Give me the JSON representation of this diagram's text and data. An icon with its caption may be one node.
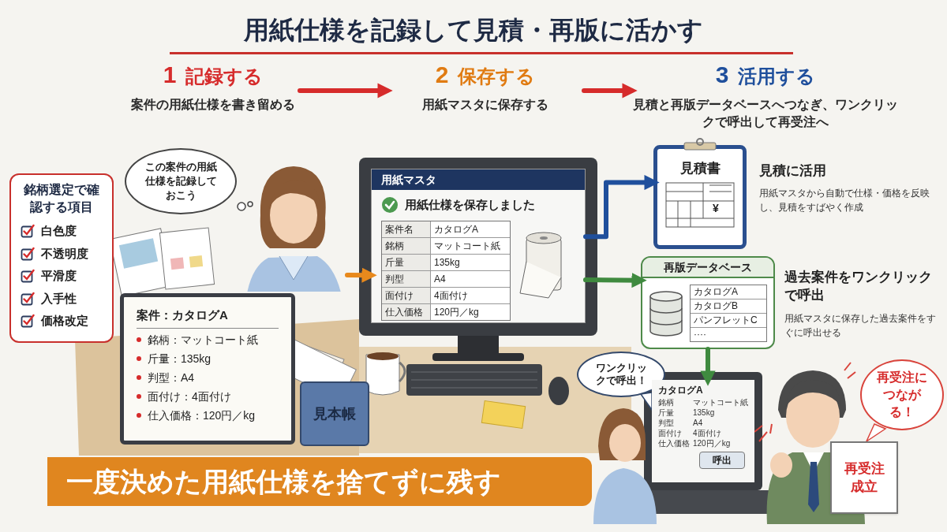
{
  "diagram": {
    "title": "用紙仕様を記録して見積・再版に活かす",
    "nodes": [
      {
        "text": [
          "1",
          "記録する",
          "案件の用紙仕様を書き留める"
        ]
      },
      {
        "text": [
          "2",
          "保存する",
          "用紙マスタに保存する"
        ]
      },
      {
        "text": [
          "3",
          "活用する",
          "見積と再版データベースへつなぎ、ワンクリックで呼出して再受注へ"
        ]
      },
      {
        "text": [
          "銘柄選定で確認する項目",
          "白色度",
          "不透明度",
          "平滑度",
          "入手性",
          "価格改定"
        ]
      },
      {
        "text": [
          "この案件の用紙仕様を記録しておこう"
        ]
      },
      {
        "text": [],
        "shape": "person"
      },
      {
        "text": [
          "案件：カタログA",
          "銘柄：マットコート紙",
          "斤量：135kg",
          "判型：A4",
          "面付け：4面付け",
          "仕入価格：120円／kg"
        ]
      },
      {
        "text": [
          "見本帳"
        ]
      },
      {
        "text": [
          "用紙マスタ",
          "用紙仕様を保存しました",
          "案件名",
          "カタログA",
          "銘柄",
          "マットコート紙",
          "斤量",
          "135kg",
          "判型",
          "A4",
          "面付け",
          "4面付け",
          "仕入価格",
          "120円／kg"
        ]
      },
      {
        "text": [
          "見積書",
          "¥"
        ],
        "beside": [
          "見積に活用",
          "用紙マスタから自動で仕様・価格を反映し、見積をすばやく作成"
        ]
      },
      {
        "text": [
          "再版データベース",
          "カタログA",
          "カタログB",
          "パンフレットC",
          "····"
        ],
        "beside": [
          "過去案件をワンクリックで呼出",
          "用紙マスタに保存した過去案件をすぐに呼出せる"
        ]
      },
      {
        "text": [
          "ワンクリックで呼出！"
        ]
      },
      {
        "text": [
          "カタログA",
          "銘柄",
          "マットコート紙",
          "斤量",
          "135kg",
          "判型",
          "A4",
          "面付け",
          "4面付け",
          "仕入価格",
          "120円／kg",
          "呼出"
        ]
      },
      {
        "text": [
          "再受注につながる！"
        ]
      },
      {
        "text": [
          "再受注成立"
        ]
      },
      {
        "text": [
          "一度決めた用紙仕様を捨てずに残す"
        ]
      }
    ],
    "edges": [
      {
        "from": 0,
        "to": 1,
        "arrow": "to",
        "color": "#d62b2b"
      },
      {
        "from": 1,
        "to": 2,
        "arrow": "to",
        "color": "#d62b2b"
      },
      {
        "from": 5,
        "to": 8,
        "arrow": "to",
        "color": "#e8891c"
      },
      {
        "from": 8,
        "to": 9,
        "arrow": "to",
        "color": "#1f4f9c"
      },
      {
        "from": 8,
        "to": 10,
        "arrow": "to",
        "color": "#3f8a3f"
      },
      {
        "from": 10,
        "to": 12,
        "arrow": "to",
        "color": "#3f8a3f"
      }
    ]
  }
}
